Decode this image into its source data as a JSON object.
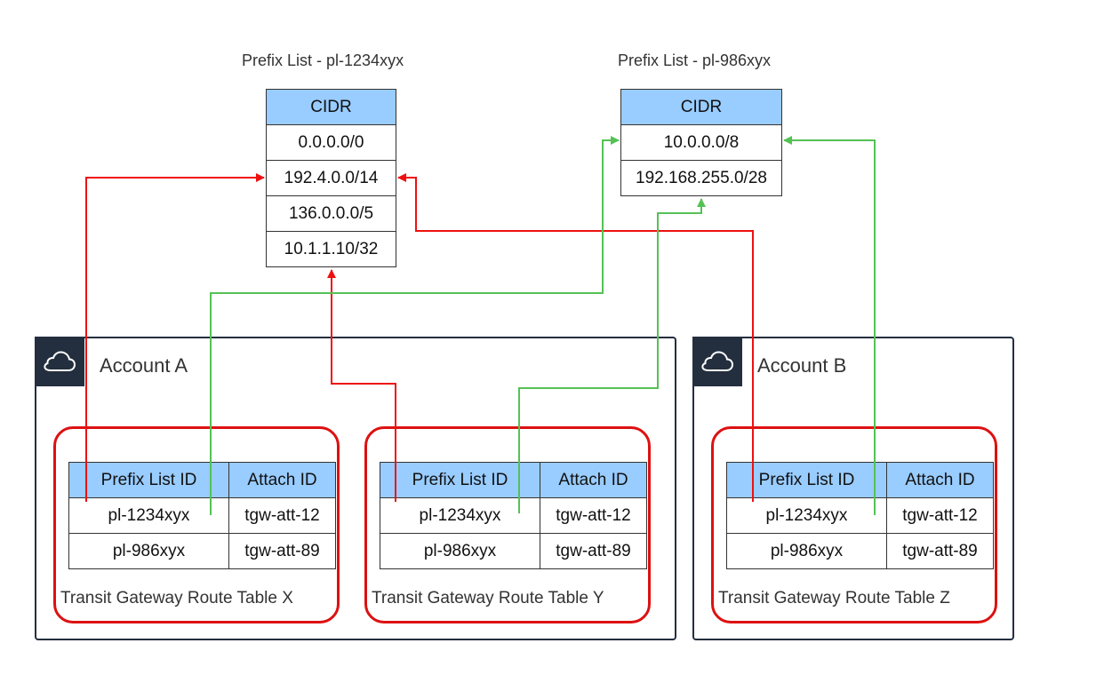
{
  "prefix_lists": [
    {
      "title": "Prefix List - pl-1234xyx",
      "header": "CIDR",
      "rows": [
        "0.0.0.0/0",
        "192.4.0.0/14",
        "136.0.0.0/5",
        "10.1.1.10/32"
      ]
    },
    {
      "title": "Prefix List - pl-986xyx",
      "header": "CIDR",
      "rows": [
        "10.0.0.0/8",
        "192.168.255.0/28"
      ]
    }
  ],
  "accounts": [
    {
      "label": "Account A"
    },
    {
      "label": "Account B"
    }
  ],
  "route_tables": [
    {
      "caption": "Transit Gateway Route Table X",
      "headers": [
        "Prefix List ID",
        "Attach ID"
      ],
      "rows": [
        [
          "pl-1234xyx",
          "tgw-att-12"
        ],
        [
          "pl-986xyx",
          "tgw-att-89"
        ]
      ]
    },
    {
      "caption": "Transit Gateway Route Table Y",
      "headers": [
        "Prefix List ID",
        "Attach ID"
      ],
      "rows": [
        [
          "pl-1234xyx",
          "tgw-att-12"
        ],
        [
          "pl-986xyx",
          "tgw-att-89"
        ]
      ]
    },
    {
      "caption": "Transit Gateway Route Table Z",
      "headers": [
        "Prefix List ID",
        "Attach ID"
      ],
      "rows": [
        [
          "pl-1234xyx",
          "tgw-att-12"
        ],
        [
          "pl-986xyx",
          "tgw-att-89"
        ]
      ]
    }
  ],
  "icons": {
    "account_badge": "cloud-icon"
  },
  "colors": {
    "header_fill": "#99ccff",
    "route_group_border": "#dd1111",
    "account_border": "#232f3e",
    "red_connector": "#ee1111",
    "green_connector": "#55c155"
  }
}
